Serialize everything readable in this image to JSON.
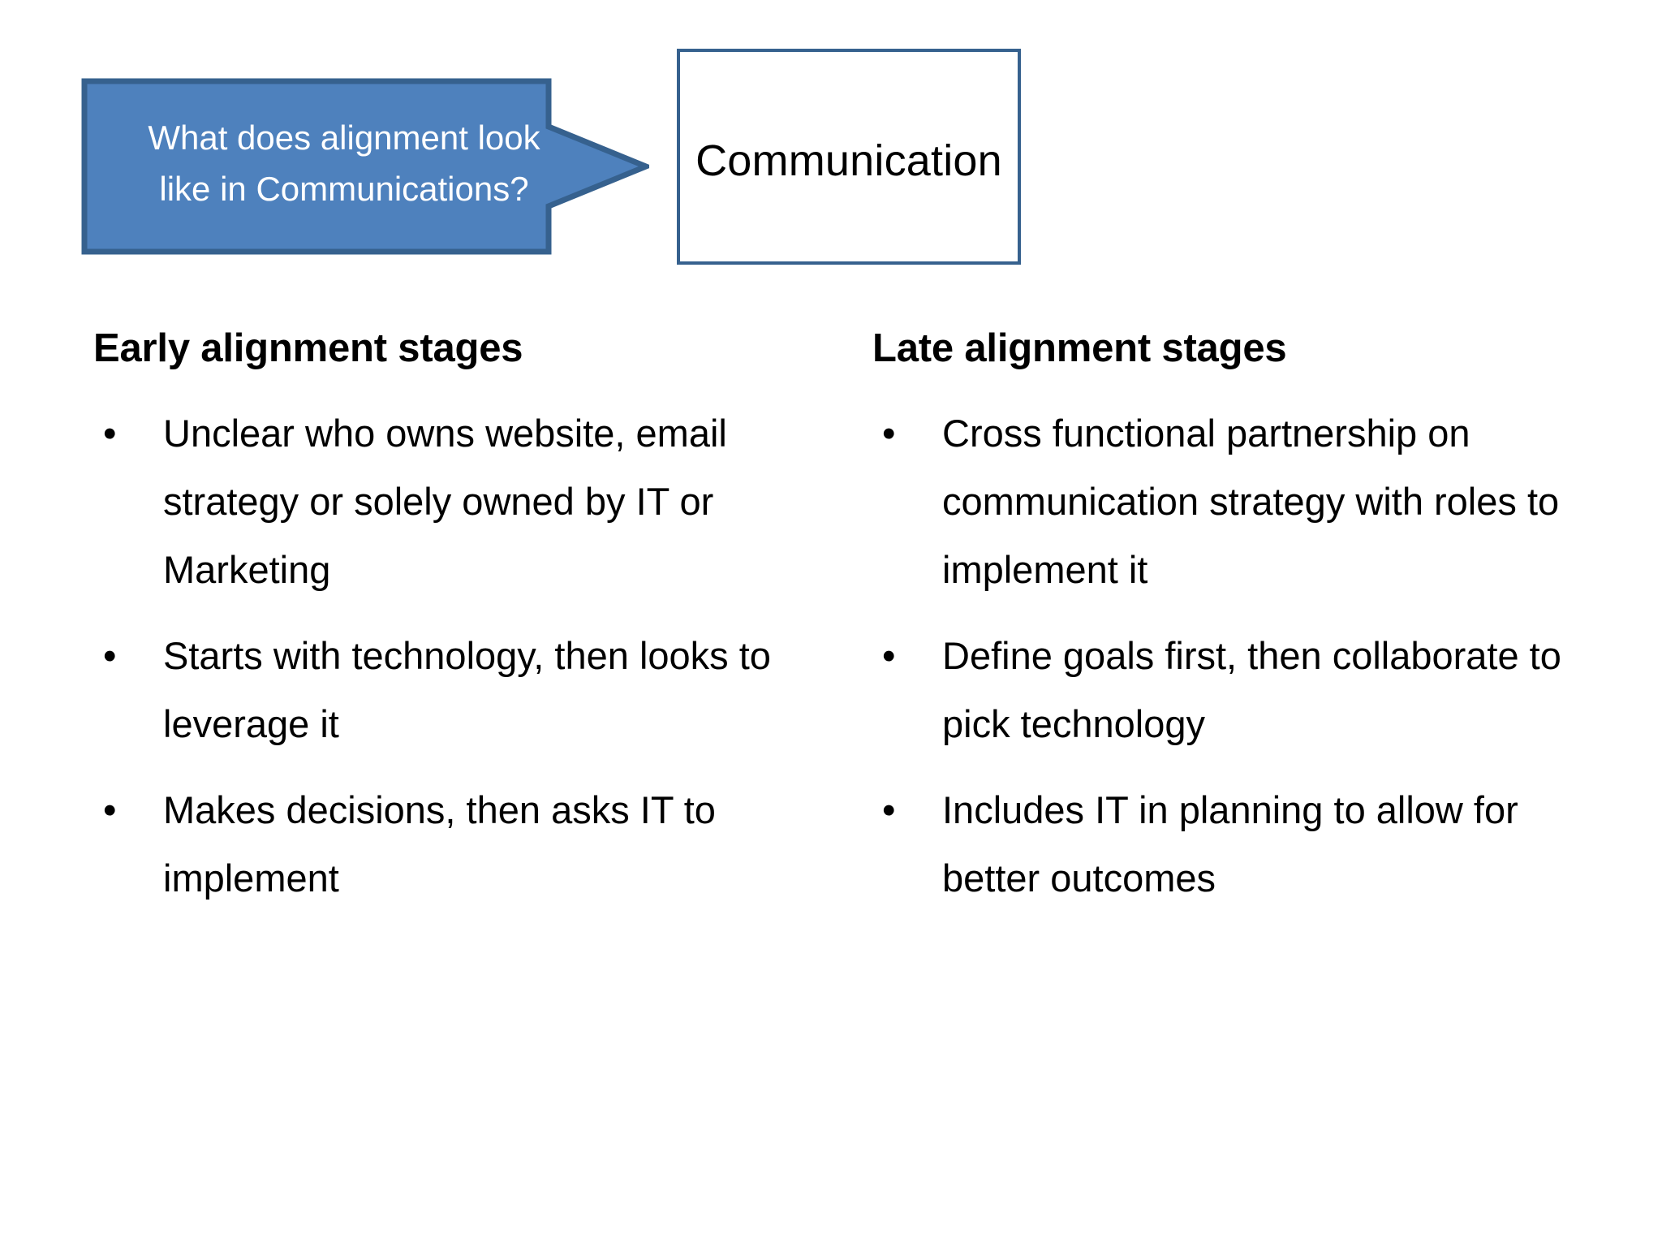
{
  "slide": {
    "callout": {
      "lines": [
        "What does alignment look",
        "like in Communications?"
      ],
      "fill_color": "#4e81bd",
      "border_color": "#36618e",
      "text_color": "#ffffff"
    },
    "topic_box": {
      "label": "Communication",
      "border_color": "#36618e",
      "fill_color": "#ffffff",
      "text_color": "#000000"
    },
    "columns": [
      {
        "heading": "Early alignment stages",
        "bullets": [
          "Unclear who owns website, email strategy or solely owned by IT or Marketing",
          "Starts with technology, then looks to leverage it",
          "Makes decisions, then asks IT to implement"
        ]
      },
      {
        "heading": "Late alignment stages",
        "bullets": [
          "Cross functional partnership on communication strategy with roles to implement it",
          "Define goals first, then collaborate to pick technology",
          "Includes IT in planning to allow for better outcomes"
        ]
      }
    ],
    "bullet_glyph": "•"
  }
}
